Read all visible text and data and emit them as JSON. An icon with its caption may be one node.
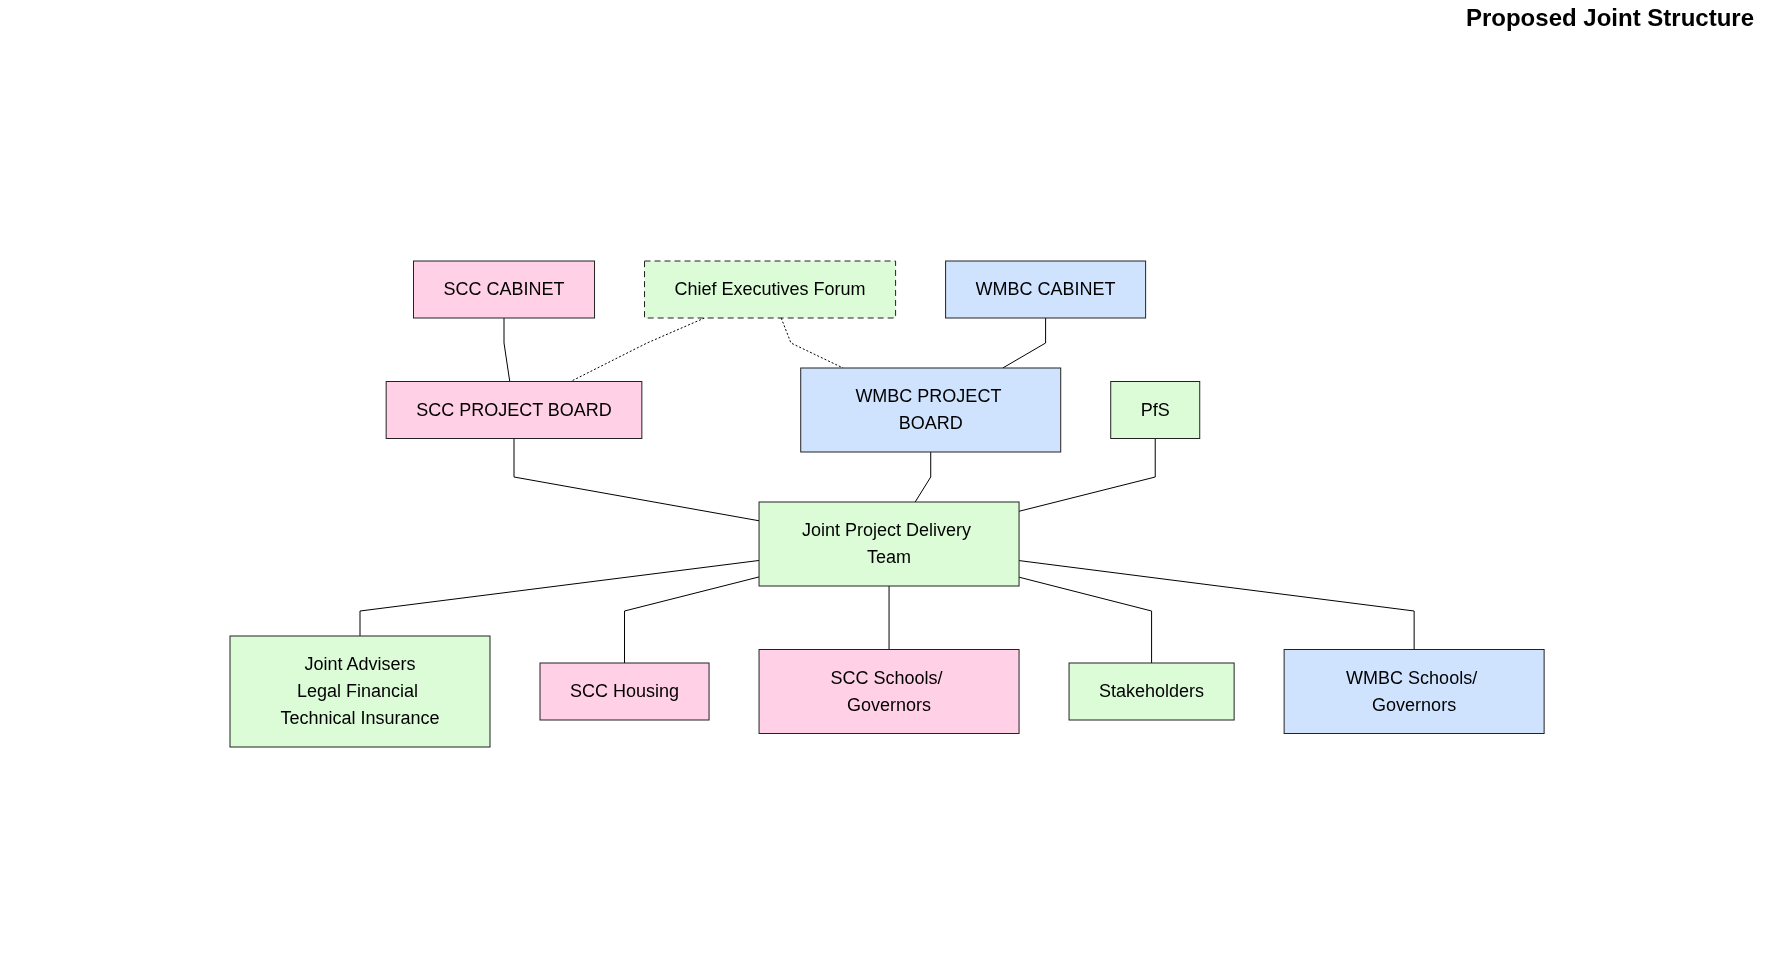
{
  "diagram": {
    "title": "Proposed Joint Structure",
    "nodes": [
      {
        "text": [
          "SCC CABINET"
        ]
      },
      {
        "text": [
          "Chief Executives Forum"
        ]
      },
      {
        "text": [
          "WMBC CABINET"
        ]
      },
      {
        "text": [
          "SCC PROJECT BOARD"
        ]
      },
      {
        "text": [
          "WMBC PROJECT BOARD"
        ]
      },
      {
        "text": [
          "PfS"
        ]
      },
      {
        "text": [
          "Joint Project Delivery Team"
        ]
      },
      {
        "text": [
          "Joint Advisers",
          "Legal Financial Technical Insurance"
        ]
      },
      {
        "text": [
          "SCC Housing"
        ]
      },
      {
        "text": [
          "SCC Schools/ Governors"
        ]
      },
      {
        "text": [
          "Stakeholders"
        ]
      },
      {
        "text": [
          "WMBC Schools/ Governors"
        ]
      }
    ],
    "edges": [
      {
        "from": 0,
        "to": 3,
        "arrow": "none"
      },
      {
        "from": 2,
        "to": 4,
        "arrow": "none"
      },
      {
        "from": 1,
        "to": 3,
        "arrow": "none",
        "style": "dashed"
      },
      {
        "from": 1,
        "to": 4,
        "arrow": "none",
        "style": "dashed"
      },
      {
        "from": 3,
        "to": 6,
        "arrow": "none"
      },
      {
        "from": 4,
        "to": 6,
        "arrow": "none"
      },
      {
        "from": 5,
        "to": 6,
        "arrow": "none"
      },
      {
        "from": 6,
        "to": 7,
        "arrow": "none"
      },
      {
        "from": 6,
        "to": 8,
        "arrow": "none"
      },
      {
        "from": 6,
        "to": 9,
        "arrow": "none"
      },
      {
        "from": 6,
        "to": 10,
        "arrow": "none"
      },
      {
        "from": 6,
        "to": 11,
        "arrow": "none"
      }
    ]
  }
}
